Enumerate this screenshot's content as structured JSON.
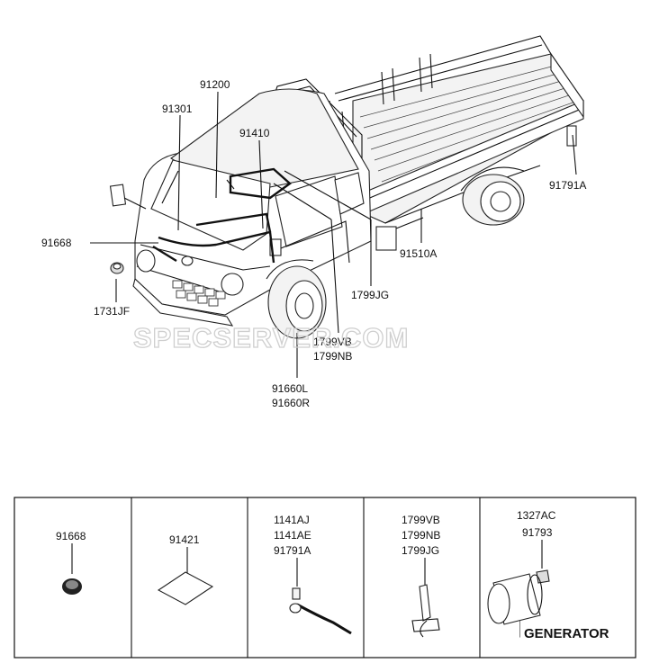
{
  "watermark": "SPECSERVER.COM",
  "callouts": {
    "c91200": "91200",
    "c91301": "91301",
    "c91410": "91410",
    "c91668": "91668",
    "c1731JF": "1731JF",
    "c1799JG": "1799JG",
    "c1799VB": "1799VB",
    "c1799NB": "1799NB",
    "c91660L": "91660L",
    "c91660R": "91660R",
    "c91510A": "91510A",
    "c91791A": "91791A"
  },
  "panels": [
    {
      "labels": [
        "91668"
      ]
    },
    {
      "labels": [
        "91421"
      ]
    },
    {
      "labels": [
        "1141AJ",
        "1141AE",
        "91791A"
      ]
    },
    {
      "labels": [
        "1799VB",
        "1799NB",
        "1799JG"
      ]
    },
    {
      "labels": [
        "1327AC",
        "91793"
      ],
      "tag": "GENERATOR"
    }
  ]
}
